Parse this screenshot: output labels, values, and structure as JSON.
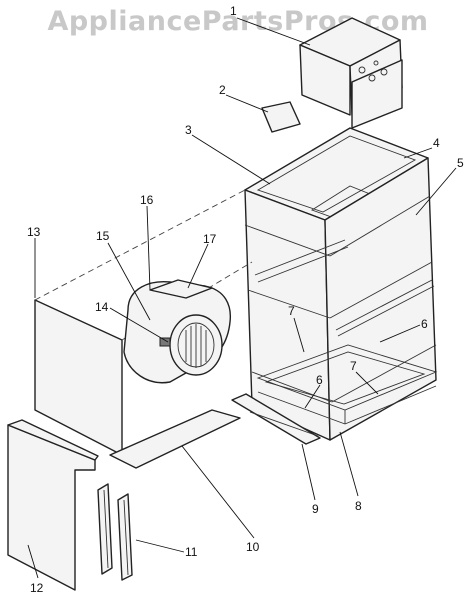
{
  "watermark": "AppliancePartsPros.com",
  "callouts": [
    "1",
    "2",
    "3",
    "4",
    "5",
    "6",
    "6",
    "7",
    "7",
    "8",
    "9",
    "10",
    "11",
    "12",
    "13",
    "14",
    "15",
    "16",
    "17"
  ]
}
